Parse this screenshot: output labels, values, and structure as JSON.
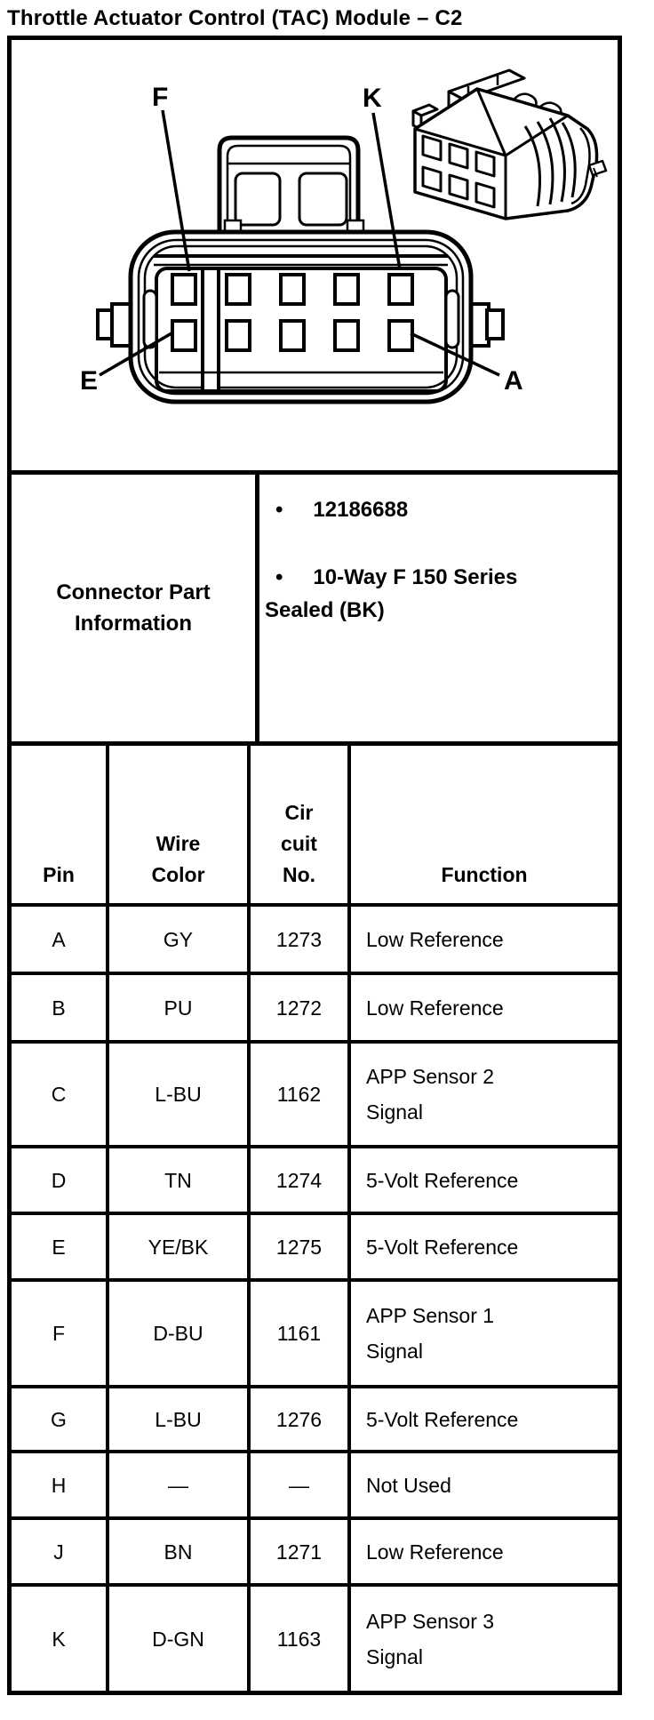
{
  "title": "Throttle Actuator Control (TAC) Module – C2",
  "diagram": {
    "name": "10-way connector face view and perspective view",
    "labels": {
      "f": "F",
      "k": "K",
      "e": "E",
      "a": "A"
    }
  },
  "part_info": {
    "label": "Connector Part\nInformation",
    "bullet_glyph": "•",
    "bullets": [
      "12186688",
      "10-Way F 150 Series\nSealed (BK)"
    ]
  },
  "table": {
    "headers": {
      "pin": "Pin",
      "wire_color": "Wire\nColor",
      "circuit_no": "Cir\ncuit\nNo.",
      "function": "Function"
    },
    "rows": [
      {
        "pin": "A",
        "wire_color": "GY",
        "circuit_no": "1273",
        "function": "Low Reference"
      },
      {
        "pin": "B",
        "wire_color": "PU",
        "circuit_no": "1272",
        "function": "Low Reference"
      },
      {
        "pin": "C",
        "wire_color": "L-BU",
        "circuit_no": "1162",
        "function": "APP Sensor 2\nSignal"
      },
      {
        "pin": "D",
        "wire_color": "TN",
        "circuit_no": "1274",
        "function": "5-Volt Reference"
      },
      {
        "pin": "E",
        "wire_color": "YE/BK",
        "circuit_no": "1275",
        "function": "5-Volt Reference"
      },
      {
        "pin": "F",
        "wire_color": "D-BU",
        "circuit_no": "1161",
        "function": "APP Sensor 1\nSignal"
      },
      {
        "pin": "G",
        "wire_color": "L-BU",
        "circuit_no": "1276",
        "function": "5-Volt Reference"
      },
      {
        "pin": "H",
        "wire_color": "—",
        "circuit_no": "—",
        "function": "Not Used"
      },
      {
        "pin": "J",
        "wire_color": "BN",
        "circuit_no": "1271",
        "function": "Low Reference"
      },
      {
        "pin": "K",
        "wire_color": "D-GN",
        "circuit_no": "1163",
        "function": "APP Sensor 3\nSignal"
      }
    ]
  },
  "colors": {
    "ink": "#000000",
    "paper": "#ffffff"
  }
}
